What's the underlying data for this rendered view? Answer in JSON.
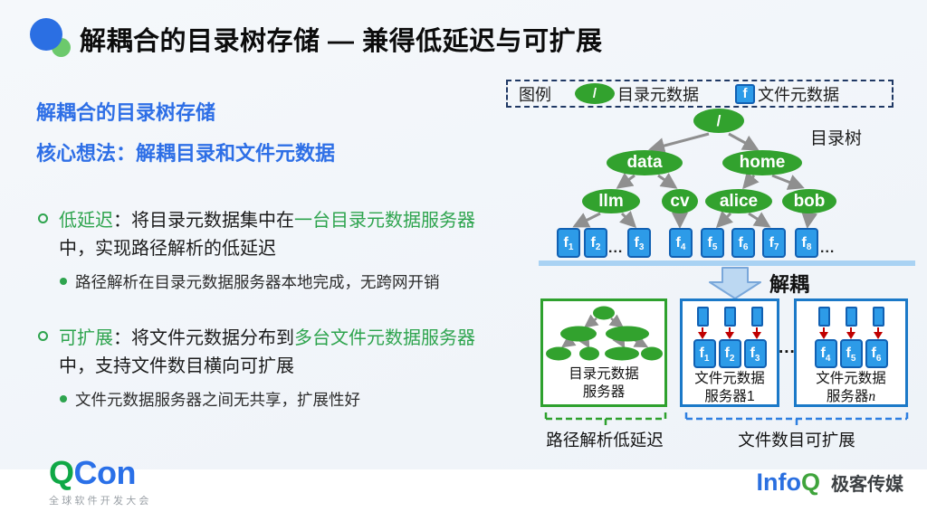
{
  "header": {
    "title": "解耦合的目录树存储 — 兼得低延迟与可扩展"
  },
  "left": {
    "heading1": "解耦合的目录树存储",
    "heading2": "核心想法：解耦目录和文件元数据",
    "bullets": [
      {
        "term": "低延迟",
        "sep": "：",
        "pre": "将目录元数据集中在",
        "highlight": "一台目录元数据服务器",
        "post": "中，实现路径解析的低延迟",
        "sub": "路径解析在目录元数据服务器本地完成，无跨网开销"
      },
      {
        "term": "可扩展",
        "sep": "：",
        "pre": "将文件元数据分布到",
        "highlight": "多台文件元数据服务器",
        "post": "中，支持文件数目横向可扩展",
        "sub": "文件元数据服务器之间无共享，扩展性好"
      }
    ]
  },
  "diagram": {
    "legend": {
      "title": "图例",
      "dir_symbol": "/",
      "dir_label": "目录元数据",
      "file_symbol": "f",
      "file_label": "文件元数据"
    },
    "tree_caption": "目录树",
    "tree": {
      "root": "/",
      "dirs": {
        "data": "data",
        "home": "home",
        "llm": "llm",
        "cv": "cv",
        "alice": "alice",
        "bob": "bob"
      },
      "files": [
        {
          "base": "f",
          "sub": "1"
        },
        {
          "base": "f",
          "sub": "2"
        },
        {
          "base": "f",
          "sub": "3"
        },
        {
          "base": "f",
          "sub": "4"
        },
        {
          "base": "f",
          "sub": "5"
        },
        {
          "base": "f",
          "sub": "6"
        },
        {
          "base": "f",
          "sub": "7"
        },
        {
          "base": "f",
          "sub": "8"
        }
      ],
      "ellipsis_mid": "...",
      "ellipsis_end": "..."
    },
    "decouple_label": "解耦",
    "servers": {
      "dir": {
        "line1": "目录元数据",
        "line2": "服务器"
      },
      "file1": {
        "files": [
          {
            "base": "f",
            "sub": "1"
          },
          {
            "base": "f",
            "sub": "2"
          },
          {
            "base": "f",
            "sub": "3"
          }
        ],
        "line1": "文件元数据",
        "line2": "服务器",
        "index": "1"
      },
      "ellipsis": "...",
      "file_n": {
        "files": [
          {
            "base": "f",
            "sub": "4"
          },
          {
            "base": "f",
            "sub": "5"
          },
          {
            "base": "f",
            "sub": "6"
          }
        ],
        "line1": "文件元数据",
        "line2": "服务器",
        "index": "n"
      }
    },
    "captions": {
      "latency": "路径解析低延迟",
      "scalability": "文件数目可扩展"
    }
  },
  "footer": {
    "qcon": {
      "q": "Q",
      "con": "Con",
      "subtitle": "全球软件开发大会"
    },
    "infoq": {
      "info": "Info",
      "q": "Q",
      "brand": "极客传媒"
    }
  },
  "colors": {
    "accent_blue": "#2E6FE6",
    "accent_green": "#2EA44E",
    "node_green": "#32A22E",
    "node_blue": "#2D9BE8",
    "node_blue_border": "#1160B2",
    "legend_border": "#1F3864",
    "arrow_gray": "#8F8F8F",
    "red_arrow": "#C00000",
    "decouple_arrow_fill": "#BCD8F2",
    "server_blue_border": "#1B79C8",
    "bracket_green": "#2EA12E",
    "bracket_blue": "#2E7FE0"
  }
}
